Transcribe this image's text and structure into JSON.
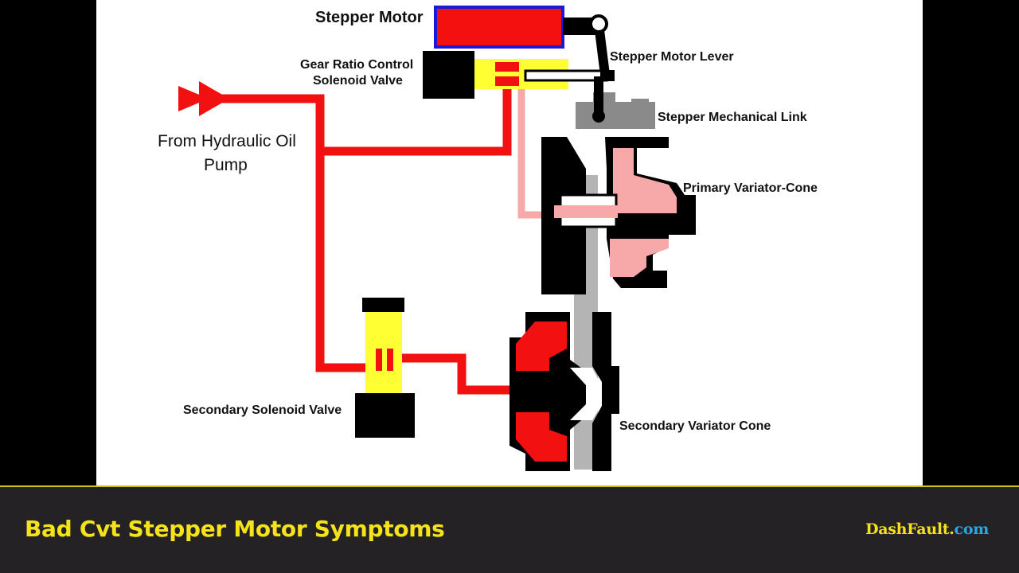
{
  "diagram": {
    "labels": {
      "stepper_motor": "Stepper Motor",
      "gear_ratio_line1": "Gear Ratio Control",
      "gear_ratio_line2": "Solenoid Valve",
      "stepper_motor_lever": "Stepper Motor Lever",
      "stepper_mechanical_link": "Stepper Mechanical Link",
      "from_pump_line1": "From Hydraulic Oil",
      "from_pump_line2": "Pump",
      "primary_variator_cone": "Primary Variator-Cone",
      "secondary_solenoid_valve": "Secondary Solenoid Valve",
      "secondary_variator_cone": "Secondary Variator Cone"
    },
    "colors": {
      "oil_line": "#f21010",
      "low_pressure_oil": "#f7a9a9",
      "solenoid_body": "#ffff33",
      "motor_frame": "#1a1ad6",
      "metal_link": "#8a8a8a",
      "belt": "#b4b4b4"
    }
  },
  "footer": {
    "title": "Bad Cvt Stepper Motor Symptoms",
    "brand": "DashFault.com",
    "brand_accent": "com",
    "brand_main": "DashFault."
  }
}
